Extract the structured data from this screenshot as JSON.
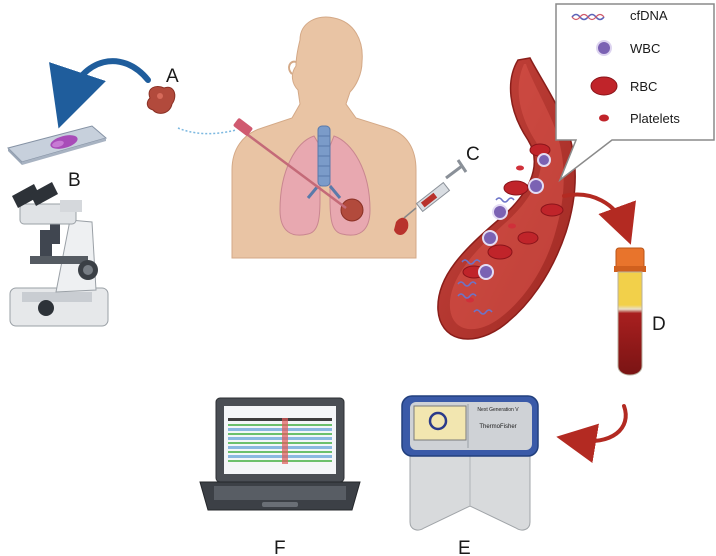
{
  "labels": {
    "a": "A",
    "b": "B",
    "c": "C",
    "d": "D",
    "e": "E",
    "f": "F"
  },
  "legend": {
    "cfdna": "cfDNA",
    "wbc": "WBC",
    "rbc": "RBC",
    "platelets": "Platelets"
  },
  "sequencer": {
    "model_text": "Next Generation V",
    "brand_text": "ThermoFisher"
  },
  "colors": {
    "arrow_blue": "#1f5d9c",
    "arrow_red": "#b32a22",
    "vessel": "#b8322c",
    "wbc": "#7b62b3",
    "rbc": "#c0242a",
    "tumor": "#b24a3c",
    "skin": "#e9c4a4",
    "lung": "#e8a8b0"
  }
}
